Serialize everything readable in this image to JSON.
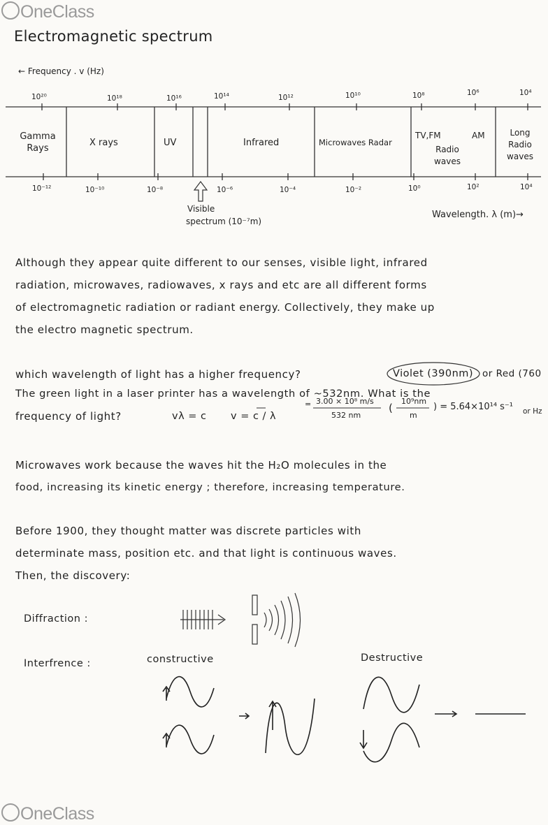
{
  "watermark": {
    "brand": "OneClass"
  },
  "title": "Electromagnetic spectrum",
  "spectrum": {
    "frequency_label": "← Frequency . v (Hz)",
    "frequency_ticks": [
      "10²⁰",
      "10¹⁸",
      "10¹⁶",
      "10¹⁴",
      "10¹²",
      "10¹⁰",
      "10⁸",
      "10⁶",
      "10⁴"
    ],
    "bands": [
      "Gamma Rays",
      "X rays",
      "UV",
      "Infrared",
      "Microwaves Radar",
      "TV,FM",
      "AM",
      "Radio waves",
      "Long Radio waves"
    ],
    "wavelength_ticks": [
      "10⁻¹²",
      "10⁻¹⁰",
      "10⁻⁸",
      "10⁻⁶",
      "10⁻⁴",
      "10⁻²",
      "10⁰",
      "10²",
      "10⁴"
    ],
    "visible_label_1": "Visible",
    "visible_label_2": "spectrum (10⁻⁷m)",
    "wavelength_label": "Wavelength. λ (m)→"
  },
  "paragraph1": [
    "Although they appear quite different to our senses, visible light, infrared",
    "radiation, microwaves, radiowaves, x rays and etc are all different forms",
    "of electromagnetic radiation or radiant energy. Collectively, they make up",
    "the electro magnetic spectrum."
  ],
  "question": {
    "line1": "which wavelength of light has a higher frequency?",
    "answer_circled": "Violet (390nm)",
    "line1_tail": "or Red (760",
    "line2": "The green light in a laser printer has a wavelength of ~532nm. What is the",
    "line3": "frequency of light?",
    "eq1": "vλ = c",
    "eq2": "v = c / λ",
    "eq_num": "3.00 × 10⁸ m/s",
    "eq_den": "532 nm",
    "conv_num": "10⁹nm",
    "conv_den": "m",
    "result": ") = 5.64×10¹⁴ s⁻¹",
    "or_hz": "or Hz"
  },
  "paragraph2": [
    "Microwaves work because the waves hit the H₂O molecules in the",
    "food, increasing its kinetic energy ; therefore, increasing temperature."
  ],
  "paragraph3": [
    "Before 1900, they thought matter was discrete particles with",
    "determinate mass, position etc. and that light is continuous waves.",
    "Then, the discovery:"
  ],
  "diffraction_label": "Diffraction :",
  "interference": {
    "label": "Interfrence :",
    "constructive": "constructive",
    "destructive": "Destructive"
  }
}
